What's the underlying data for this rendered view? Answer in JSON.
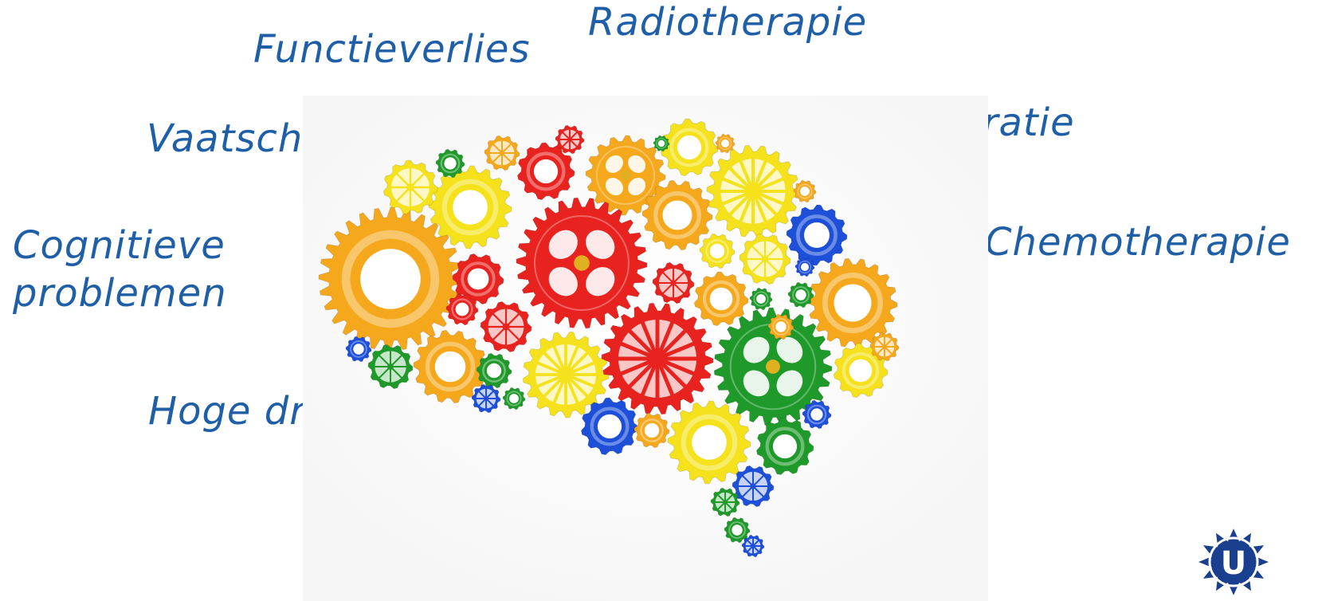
{
  "words": {
    "radiotherapie": "Radiotherapie",
    "functieverlies": "Functieverlies",
    "vaatschade": "Vaatschade",
    "operatie": "Operatie",
    "cognitieve_line1": "Cognitieve",
    "cognitieve_line2": "problemen",
    "chemotherapie": "Chemotherapie",
    "hoge_druk": "Hoge druk"
  },
  "colors": {
    "text": "#1f5fa8",
    "gear_red": "#e8231f",
    "gear_orange": "#f5a81c",
    "gear_yellow": "#f5e21c",
    "gear_green": "#1f9a2a",
    "gear_blue": "#1d4fd8",
    "logo": "#1b3f8f"
  },
  "image": {
    "subject": "brain-of-gears",
    "logo_letter": "U"
  }
}
